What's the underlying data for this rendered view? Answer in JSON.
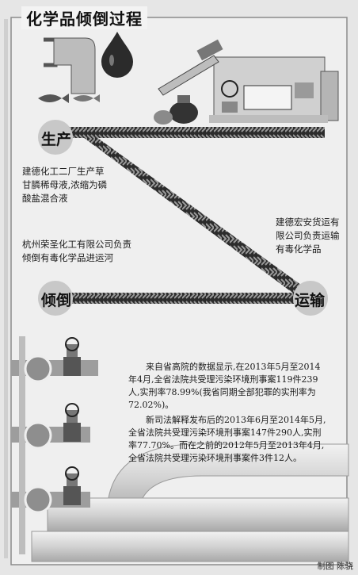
{
  "title": "化学品倾倒过程",
  "nodes": {
    "production": "生产",
    "transport": "运输",
    "dumping": "倾倒"
  },
  "notes": {
    "production_company": "建德化工二厂生产草甘膦稀母液,浓缩为磷酸盐混合液",
    "transport_company": "建德宏安货运有限公司负责运输有毒化学品",
    "dumping_company": "杭州荣圣化工有限公司负责倾倒有毒化学品进运河"
  },
  "stats": {
    "para1": "来自省高院的数据显示,在2013年5月至2014年4月,全省法院共受理污染环境刑事案119件239人,实刑率78.99%(我省同期全部犯罪的实刑率为72.02%)。",
    "para2": "新司法解释发布后的2013年6月至2014年5月,全省法院共受理污染环境刑事案147件290人,实刑率77.70%。而在之前的2012年5月至2013年4月,全省法院共受理污染环境刑事案件3件12人。"
  },
  "credit": "制图 陈骁",
  "icons": [
    "oil-drop-icon",
    "fish-icon",
    "valve-icon",
    "factory-icon"
  ]
}
